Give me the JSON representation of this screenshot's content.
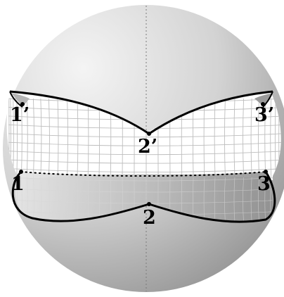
{
  "labels": {
    "p1": "1",
    "p2": "2",
    "p3": "3",
    "p1_prime": "1’",
    "p2_prime": "2’",
    "p3_prime": "3’"
  },
  "colors": {
    "sphere_light": "#f2f2f2",
    "sphere_dark": "#8e8e8e",
    "grid_line": "#c8c8c8",
    "band_light": "#e2e2e2",
    "band_dark": "#9a9a9a",
    "curve": "#000000"
  }
}
